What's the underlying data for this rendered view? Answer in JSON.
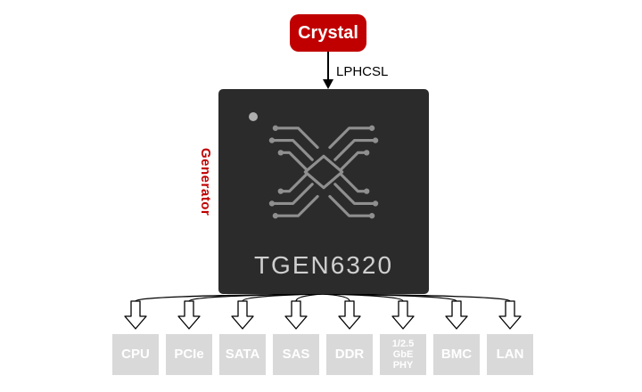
{
  "source": {
    "label": "Crystal"
  },
  "signal": {
    "label": "LPHCSL"
  },
  "chip": {
    "part_number": "TGEN6320",
    "side_label": "Generator"
  },
  "outputs": [
    {
      "label": "CPU"
    },
    {
      "label": "PCIe"
    },
    {
      "label": "SATA"
    },
    {
      "label": "SAS"
    },
    {
      "label": "DDR"
    },
    {
      "label": "1/2.5 GbE PHY"
    },
    {
      "label": "BMC"
    },
    {
      "label": "LAN"
    }
  ],
  "colors": {
    "accent_red": "#c00000",
    "chip_background": "#2b2b2b",
    "chip_text": "#cfcfcf",
    "output_box_gray": "#d9d9d9",
    "output_text": "#ffffff"
  }
}
